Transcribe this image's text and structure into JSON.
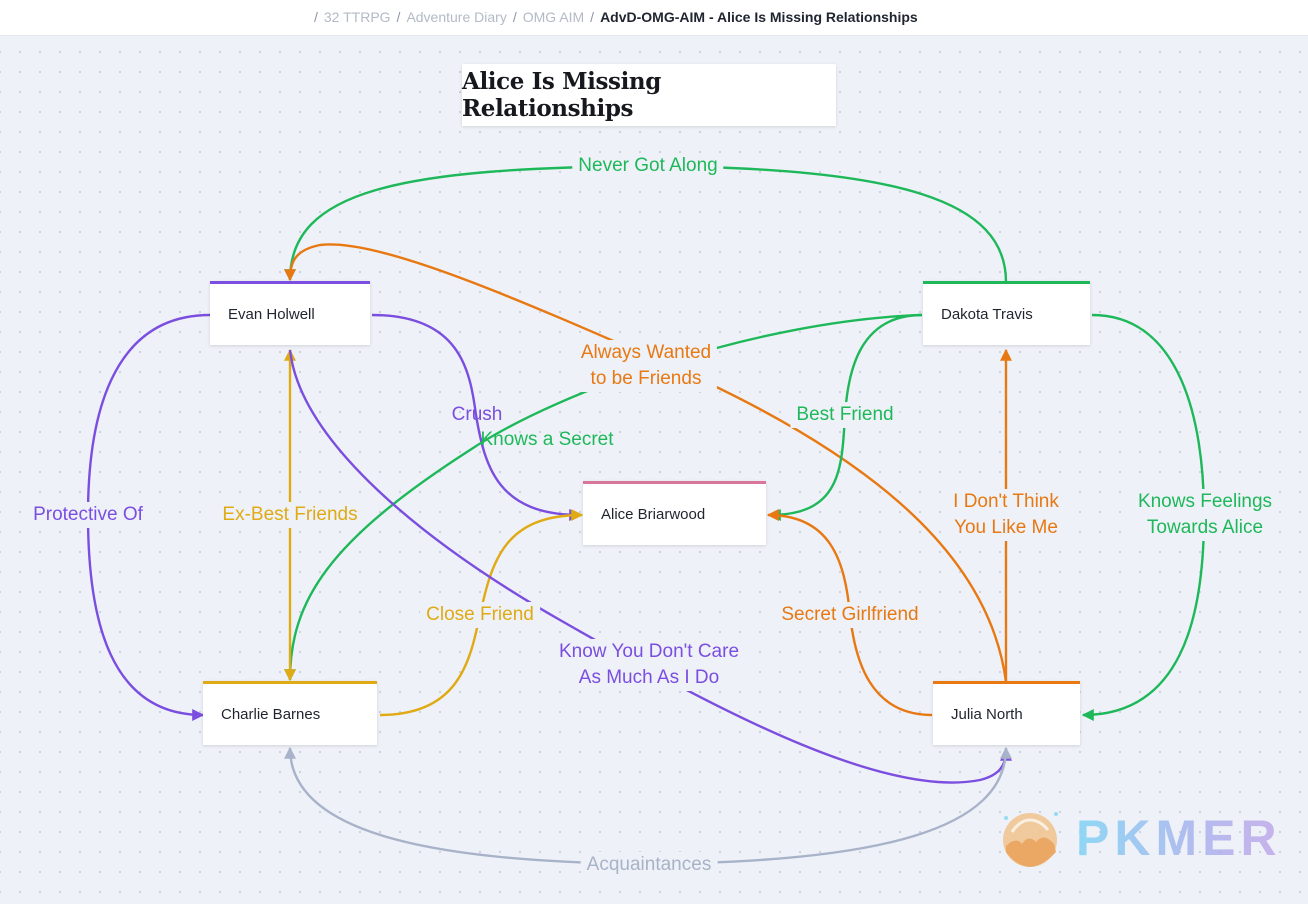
{
  "breadcrumb": {
    "items": [
      "32 TTRPG",
      "Adventure Diary",
      "OMG AIM"
    ],
    "current": "AdvD-OMG-AIM - Alice Is Missing Relationships"
  },
  "diagram": {
    "title": "Alice Is Missing Relationships",
    "nodes": {
      "evan": "Evan Holwell",
      "dakota": "Dakota Travis",
      "alice": "Alice Briarwood",
      "charlie": "Charlie Barnes",
      "julia": "Julia North"
    },
    "edge_labels": {
      "never_got_along": "Never Got Along",
      "always_wanted_1": "Always Wanted",
      "always_wanted_2": "to be Friends",
      "crush": "Crush",
      "knows_secret": "Knows a Secret",
      "best_friend": "Best Friend",
      "protective_of": "Protective Of",
      "ex_best_friends": "Ex-Best Friends",
      "dont_think_1": "I Don't Think",
      "dont_think_2": "You Like Me",
      "knows_feelings_1": "Knows Feelings",
      "knows_feelings_2": "Towards Alice",
      "close_friend": "Close Friend",
      "secret_girlfriend": "Secret Girlfriend",
      "dont_care_1": "Know You Don't Care",
      "dont_care_2": "As Much As I Do",
      "acquaintances": "Acquaintances"
    },
    "colors": {
      "purple": "#7b4ee0",
      "green": "#1eb85a",
      "orange": "#e87812",
      "yellow": "#e0aa14",
      "pink": "#d9779a",
      "gray": "#a8b2c8"
    }
  },
  "logo": {
    "text": "PKMER"
  }
}
